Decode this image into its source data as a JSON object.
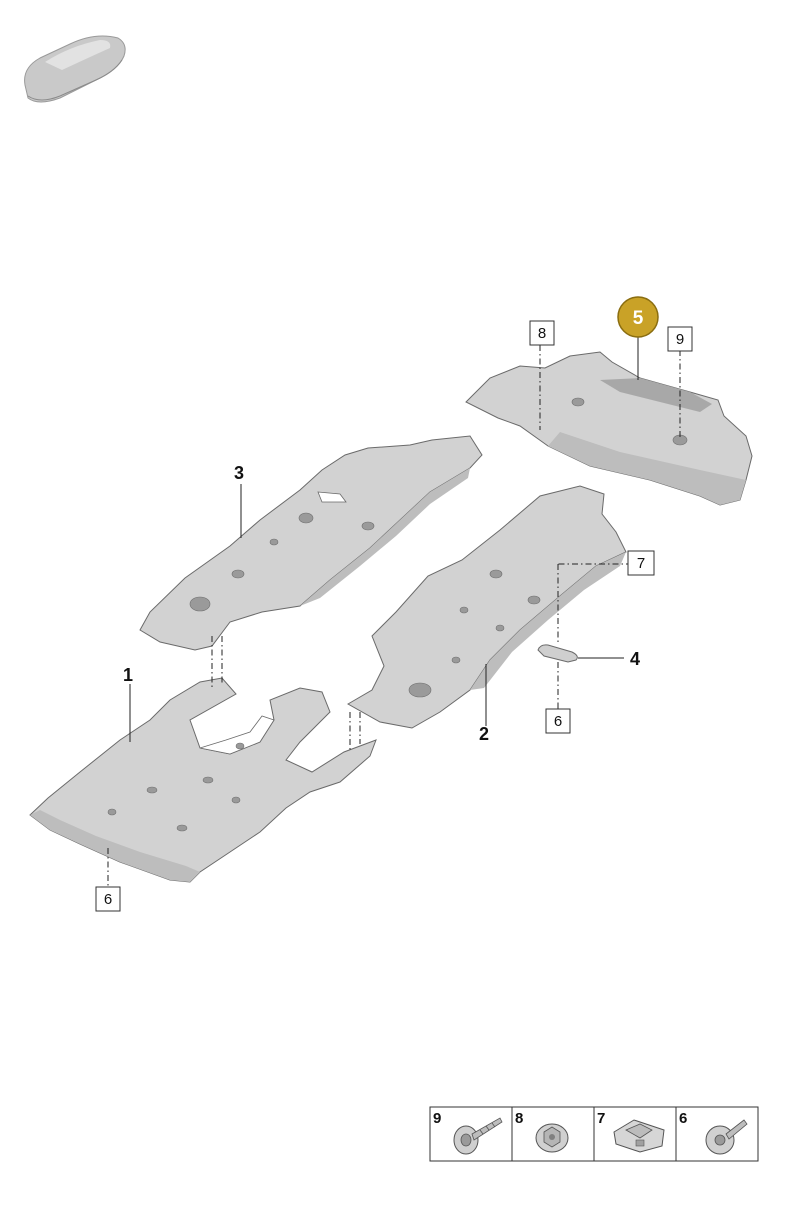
{
  "callouts": {
    "part1": "1",
    "part2": "2",
    "part3": "3",
    "part4": "4",
    "part5": "5"
  },
  "boxed_labels": {
    "part6_left": "6",
    "part6_right": "6",
    "part7": "7",
    "part8": "8",
    "part9": "9"
  },
  "highlight_color": "#c9a227",
  "hardware_table": [
    {
      "number": "9",
      "icon": "self-tapping-screw-icon"
    },
    {
      "number": "8",
      "icon": "flange-nut-icon"
    },
    {
      "number": "7",
      "icon": "clip-nut-icon"
    },
    {
      "number": "6",
      "icon": "washer-screw-icon"
    }
  ]
}
